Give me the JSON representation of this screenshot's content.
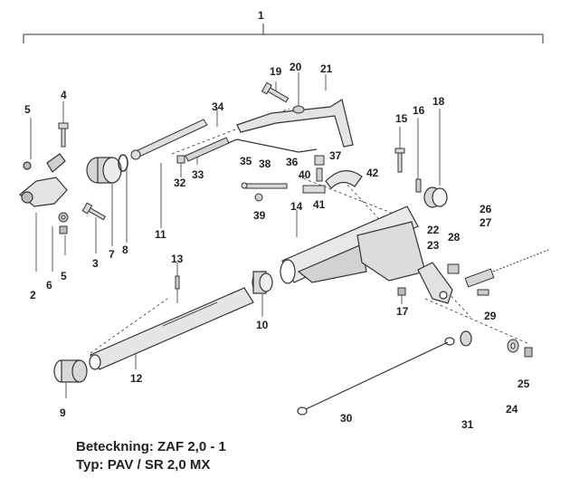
{
  "callouts": [
    "1",
    "2",
    "3",
    "4",
    "5",
    "5",
    "6",
    "7",
    "8",
    "9",
    "10",
    "11",
    "12",
    "13",
    "14",
    "15",
    "16",
    "17",
    "18",
    "19",
    "20",
    "21",
    "22",
    "23",
    "24",
    "25",
    "26",
    "27",
    "28",
    "29",
    "30",
    "31",
    "32",
    "33",
    "34",
    "35",
    "36",
    "37",
    "38",
    "39",
    "40",
    "41",
    "42"
  ],
  "caption": {
    "line1": "Beteckning: ZAF 2,0 - 1",
    "line2": "Typ: PAV / SR 2,0 MX"
  }
}
